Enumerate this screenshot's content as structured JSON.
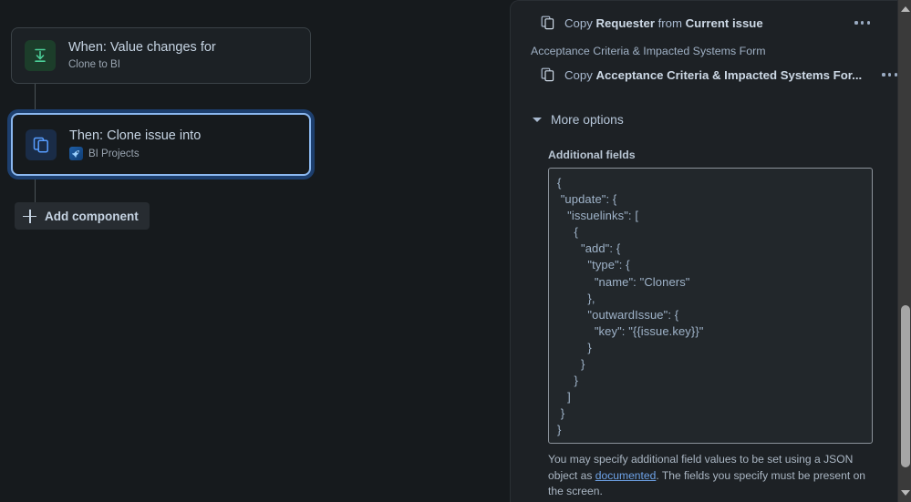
{
  "canvas": {
    "trigger_card": {
      "icon": "value-changes-icon",
      "title": "When: Value changes for",
      "subtitle": "Clone to BI"
    },
    "action_card": {
      "icon": "clone-issue-icon",
      "title": "Then: Clone issue into",
      "project_avatar": "rocket-project-avatar",
      "subtitle": "BI Projects"
    },
    "add_component": {
      "icon": "plus-icon",
      "label": "Add component"
    }
  },
  "panel": {
    "copy_rows": [
      {
        "icon": "copy-icon",
        "prefix": "Copy ",
        "field": "Requester",
        "middle": " from ",
        "source": "Current issue",
        "menu": "more-actions-icon"
      }
    ],
    "group_label": "Acceptance Criteria & Impacted Systems Form",
    "copy_row_2": {
      "icon": "copy-icon",
      "prefix": "Copy ",
      "field": "Acceptance Criteria & Impacted Systems For...",
      "menu": "more-actions-icon"
    },
    "more_options": {
      "chevron": "chevron-down-icon",
      "label": "More options"
    },
    "additional_fields": {
      "label": "Additional fields",
      "value": "{\n \"update\": {\n   \"issuelinks\": [\n     {\n       \"add\": {\n         \"type\": {\n           \"name\": \"Cloners\"\n         },\n         \"outwardIssue\": {\n           \"key\": \"{{issue.key}}\"\n         }\n       }\n     }\n   ]\n }\n}",
      "help_prefix": "You may specify additional field values to be set using a JSON object as ",
      "help_link": "documented",
      "help_suffix": ". The fields you specify must be present on the screen."
    }
  },
  "scrollbar": {
    "up_arrow": "scroll-up-arrow",
    "down_arrow": "scroll-down-arrow",
    "thumb": "scrollbar-thumb"
  },
  "colors": {
    "background": "#161a1d",
    "panel_background": "#1d2125",
    "selected_border": "#8bb8f0",
    "selected_glow": "#1d3f6e",
    "trigger_icon_bg": "#1c3d2a",
    "action_icon_bg": "#1a2c47",
    "link": "#6ea3e8"
  }
}
